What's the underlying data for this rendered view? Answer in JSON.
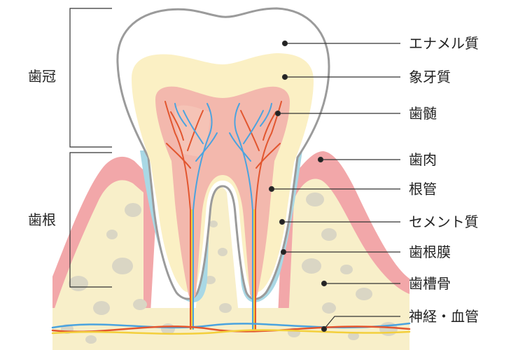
{
  "brackets": [
    {
      "label": "歯冠"
    },
    {
      "label": "歯根"
    }
  ],
  "callouts": [
    {
      "label": "エナメル質"
    },
    {
      "label": "象牙質"
    },
    {
      "label": "歯髄"
    },
    {
      "label": "歯肉"
    },
    {
      "label": "根管"
    },
    {
      "label": "セメント質"
    },
    {
      "label": "歯根膜"
    },
    {
      "label": "歯槽骨"
    },
    {
      "label": "神経・血管"
    }
  ],
  "colors": {
    "enamel": "#ffffff",
    "enamel_outline": "#9b9b9b",
    "dentin": "#fbf0c4",
    "pulp": "#f3b8ad",
    "gum": "#f2a7a9",
    "cementum": "#a9d8e5",
    "bone": "#f8efc9",
    "bone_spots": "#dad6c4",
    "nerve": "#e2562f",
    "vessel": "#4aa3df",
    "nerve_yellow": "#f3cf3c",
    "line": "#333333"
  }
}
